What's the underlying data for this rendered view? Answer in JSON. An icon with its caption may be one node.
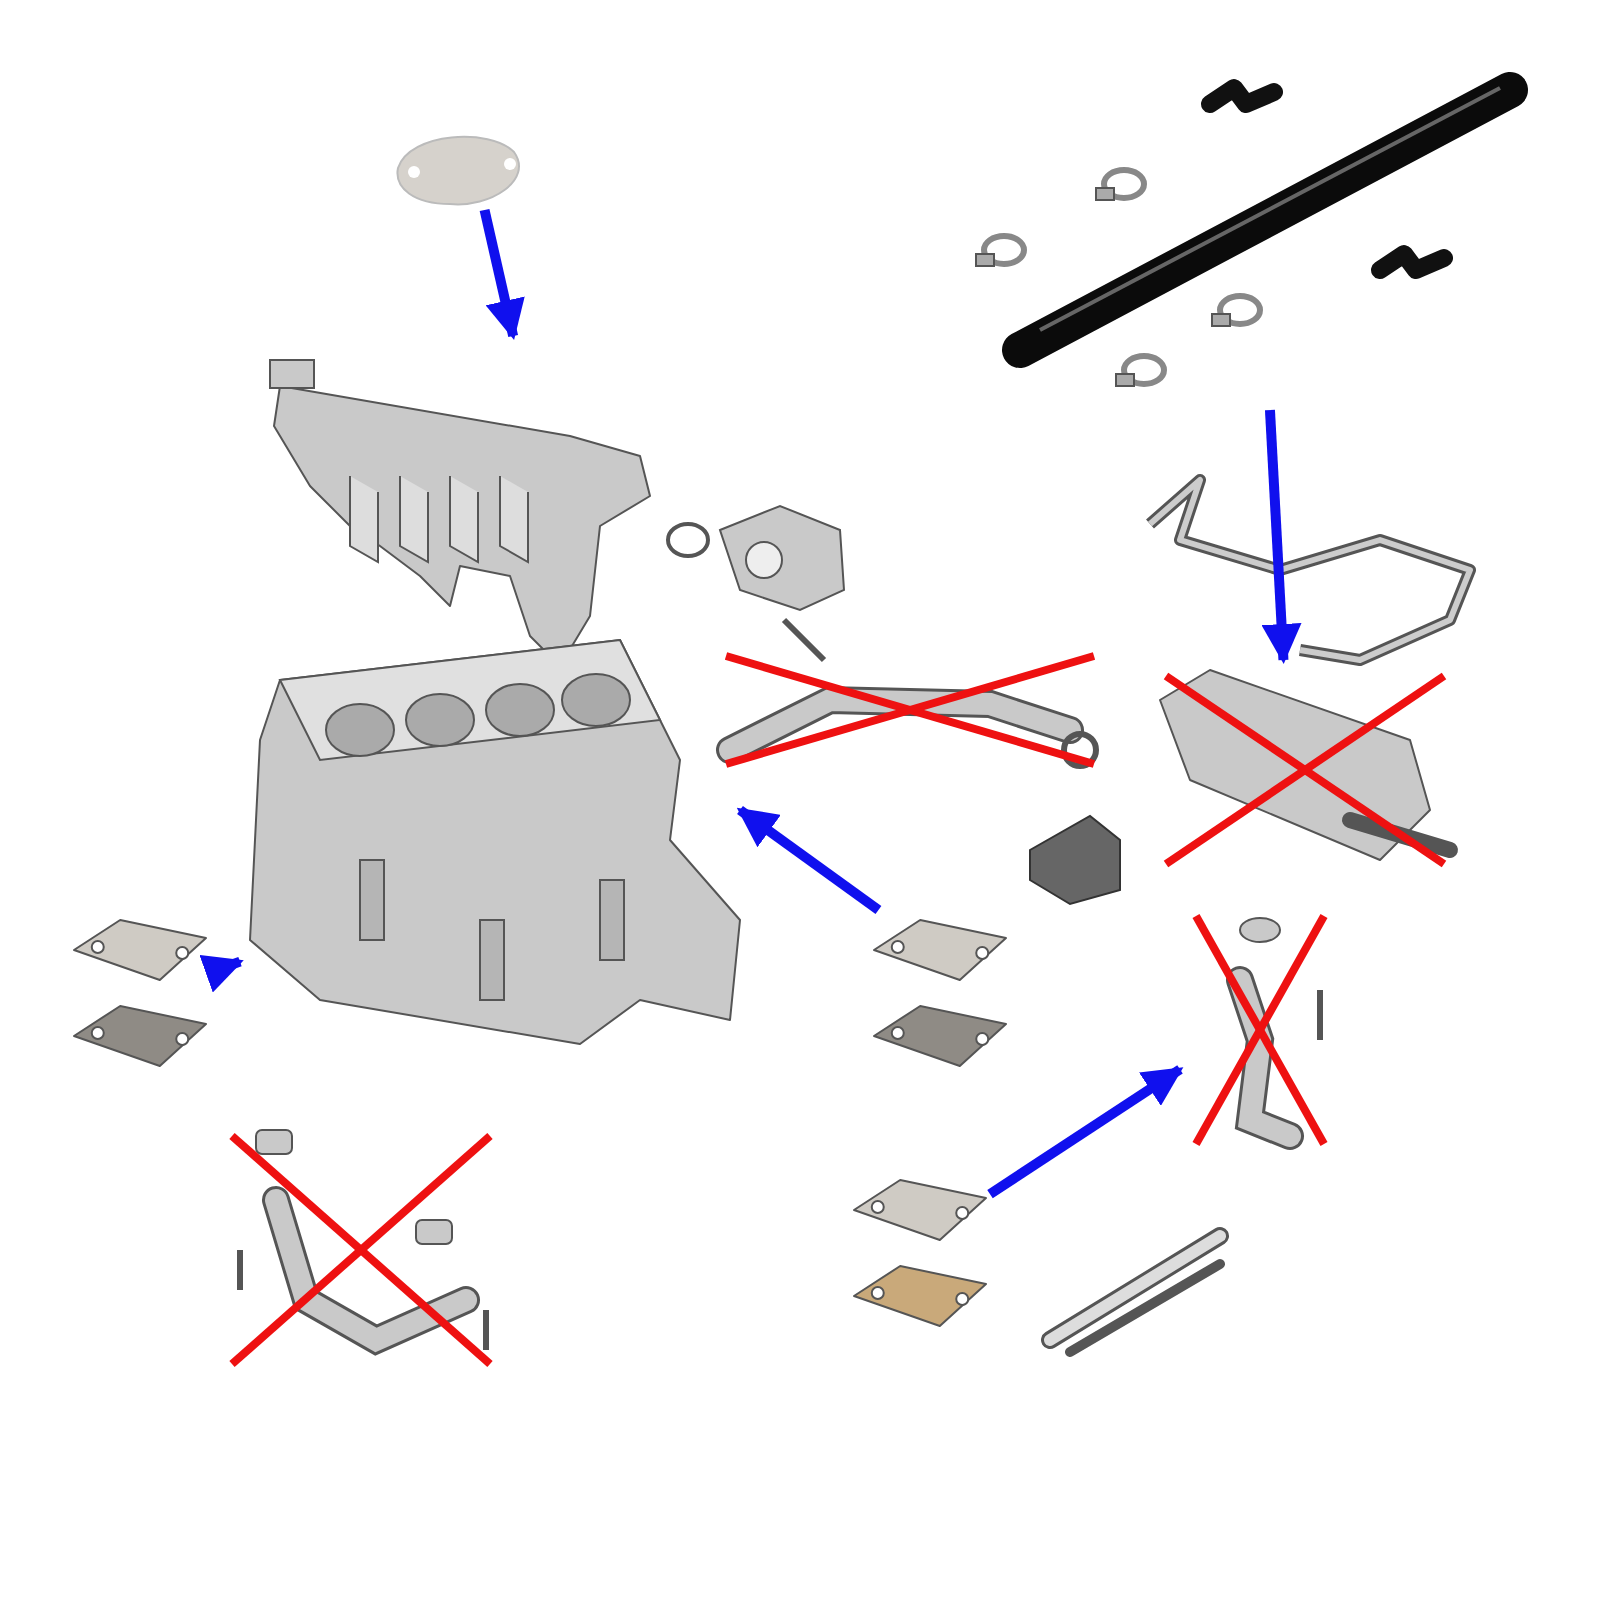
{
  "diagram": {
    "nodes": [
      {
        "text": [],
        "shape": "picture"
      },
      {
        "text": [],
        "shape": "picture"
      },
      {
        "text": [],
        "shape": "picture"
      },
      {
        "text": [],
        "shape": "picture"
      },
      {
        "text": [],
        "shape": "picture"
      },
      {
        "text": [],
        "shape": "picture"
      },
      {
        "text": [],
        "shape": "picture"
      },
      {
        "text": [],
        "shape": "picture"
      },
      {
        "text": [],
        "shape": "picture"
      },
      {
        "text": [],
        "shape": "picture"
      },
      {
        "text": [],
        "shape": "picture"
      },
      {
        "text": [],
        "shape": "picture"
      },
      {
        "text": [],
        "shape": "picture"
      }
    ],
    "edges": [
      {
        "from": 0,
        "to": 1,
        "arrow": "to"
      },
      {
        "from": 5,
        "to": 4,
        "arrow": "to"
      },
      {
        "from": 8,
        "to": 3,
        "arrow": "to"
      },
      {
        "from": 6,
        "to": 7,
        "arrow": "to"
      },
      {
        "from": 10,
        "to": 9,
        "arrow": "to"
      }
    ]
  }
}
